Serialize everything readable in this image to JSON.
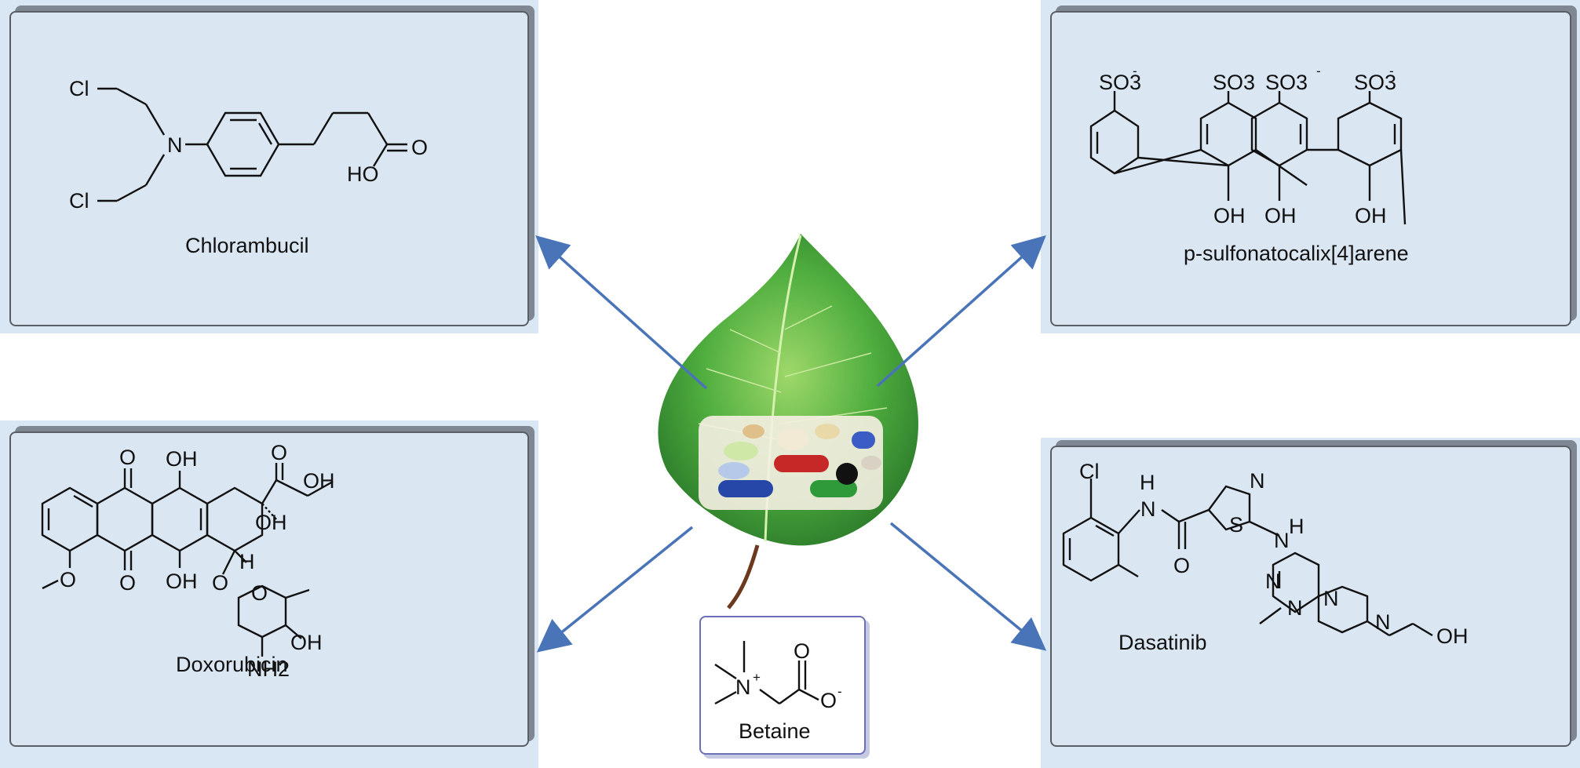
{
  "compounds": {
    "chlorambucil": {
      "name": "Chlorambucil"
    },
    "calixarene": {
      "name": "p-sulfonatocalix[4]arene"
    },
    "doxorubicin": {
      "name": "Doxorubicin"
    },
    "dasatinib": {
      "name": "Dasatinib"
    },
    "betaine": {
      "name": "Betaine"
    }
  },
  "atom_labels": {
    "cl": "Cl",
    "n": "N",
    "ho": "HO",
    "o": "O",
    "oh": "OH",
    "h": "H",
    "s": "S",
    "so3": "SO3",
    "nh2": "NH2",
    "charge_minus": "-",
    "charge_plus": "+"
  },
  "colors": {
    "panel_fill": "#dae6f2",
    "panel_border": "#5a5e66",
    "arrow": "#4a74b8",
    "leaf": "#3f9a3a",
    "betaine_border": "#6b6fb5"
  },
  "icons": [
    "leaf-with-pills-image",
    "arrow"
  ]
}
